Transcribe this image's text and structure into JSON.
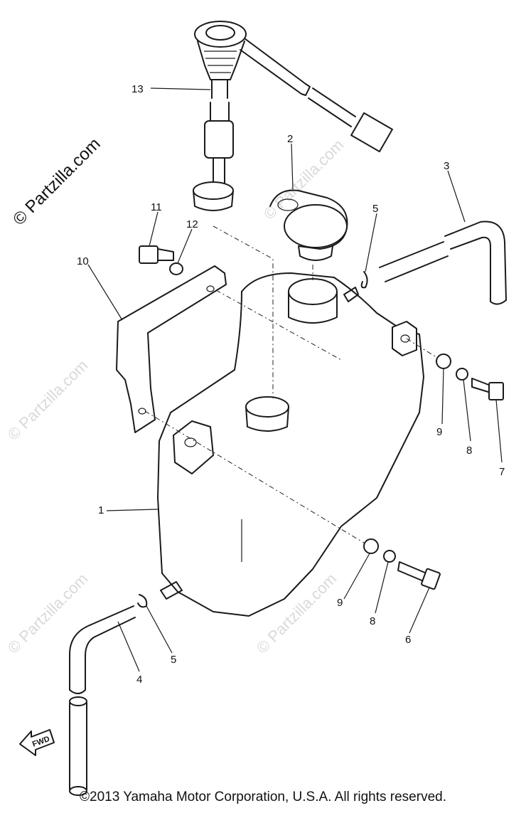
{
  "watermark": {
    "primary": "© Partzilla.com",
    "faint": "© Partzilla.com"
  },
  "fwd_label": "FWD",
  "callouts": {
    "c1": "1",
    "c2": "2",
    "c3": "3",
    "c4": "4",
    "c5a": "5",
    "c5b": "5",
    "c6": "6",
    "c7": "7",
    "c8a": "8",
    "c8b": "8",
    "c9a": "9",
    "c9b": "9",
    "c10": "10",
    "c11": "11",
    "c12": "12",
    "c13": "13"
  },
  "copyright": "©2013  Yamaha Motor Corporation, U.S.A. All rights reserved."
}
